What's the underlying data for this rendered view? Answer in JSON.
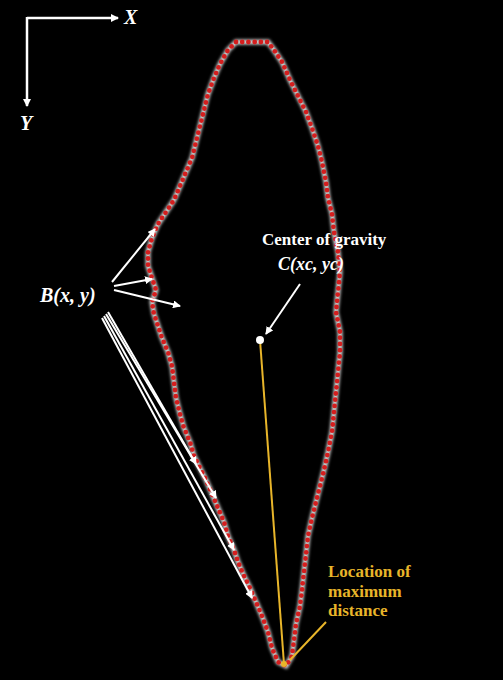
{
  "diagram": {
    "labels": [
      "X",
      "Y",
      "Center of gravity",
      "C(xc, yc)",
      "B(x, y)",
      "Location of maximum distance"
    ]
  }
}
